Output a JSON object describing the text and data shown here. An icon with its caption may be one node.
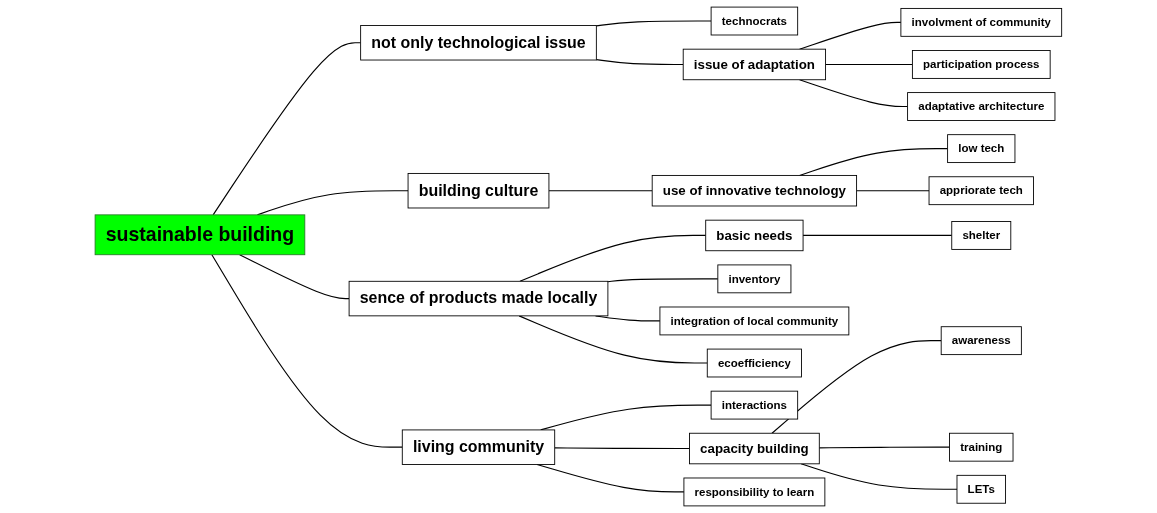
{
  "diagram": {
    "nodes": [
      {
        "text": [
          "sustainable building"
        ]
      },
      {
        "text": [
          "not only technological issue"
        ]
      },
      {
        "text": [
          "technocrats"
        ]
      },
      {
        "text": [
          "issue of adaptation"
        ]
      },
      {
        "text": [
          "involvment of community"
        ]
      },
      {
        "text": [
          "participation process"
        ]
      },
      {
        "text": [
          "adaptative architecture"
        ]
      },
      {
        "text": [
          "building culture"
        ]
      },
      {
        "text": [
          "use of innovative technology"
        ]
      },
      {
        "text": [
          "low tech"
        ]
      },
      {
        "text": [
          "appriorate tech"
        ]
      },
      {
        "text": [
          "sence of products made locally"
        ]
      },
      {
        "text": [
          "basic needs"
        ]
      },
      {
        "text": [
          "shelter"
        ]
      },
      {
        "text": [
          "inventory"
        ]
      },
      {
        "text": [
          "integration of local community"
        ]
      },
      {
        "text": [
          "ecoefficiency"
        ]
      },
      {
        "text": [
          "living community"
        ]
      },
      {
        "text": [
          "interactions"
        ]
      },
      {
        "text": [
          "capacity building"
        ]
      },
      {
        "text": [
          "awareness"
        ]
      },
      {
        "text": [
          "training"
        ]
      },
      {
        "text": [
          "LETs"
        ]
      },
      {
        "text": [
          "responsibility to learn"
        ]
      }
    ],
    "edges": [
      {
        "from": 0,
        "to": 1,
        "arrow": "none"
      },
      {
        "from": 1,
        "to": 2,
        "arrow": "none"
      },
      {
        "from": 1,
        "to": 3,
        "arrow": "none"
      },
      {
        "from": 3,
        "to": 4,
        "arrow": "none"
      },
      {
        "from": 3,
        "to": 5,
        "arrow": "none"
      },
      {
        "from": 3,
        "to": 6,
        "arrow": "none"
      },
      {
        "from": 0,
        "to": 7,
        "arrow": "none"
      },
      {
        "from": 7,
        "to": 8,
        "arrow": "none"
      },
      {
        "from": 8,
        "to": 9,
        "arrow": "none"
      },
      {
        "from": 8,
        "to": 10,
        "arrow": "none"
      },
      {
        "from": 0,
        "to": 11,
        "arrow": "none"
      },
      {
        "from": 11,
        "to": 12,
        "arrow": "none"
      },
      {
        "from": 12,
        "to": 13,
        "arrow": "none"
      },
      {
        "from": 11,
        "to": 14,
        "arrow": "none"
      },
      {
        "from": 11,
        "to": 15,
        "arrow": "none"
      },
      {
        "from": 11,
        "to": 16,
        "arrow": "none"
      },
      {
        "from": 0,
        "to": 17,
        "arrow": "none"
      },
      {
        "from": 17,
        "to": 18,
        "arrow": "none"
      },
      {
        "from": 17,
        "to": 19,
        "arrow": "none"
      },
      {
        "from": 19,
        "to": 20,
        "arrow": "none"
      },
      {
        "from": 19,
        "to": 21,
        "arrow": "none"
      },
      {
        "from": 19,
        "to": 22,
        "arrow": "none"
      },
      {
        "from": 17,
        "to": 23,
        "arrow": "none"
      }
    ]
  }
}
